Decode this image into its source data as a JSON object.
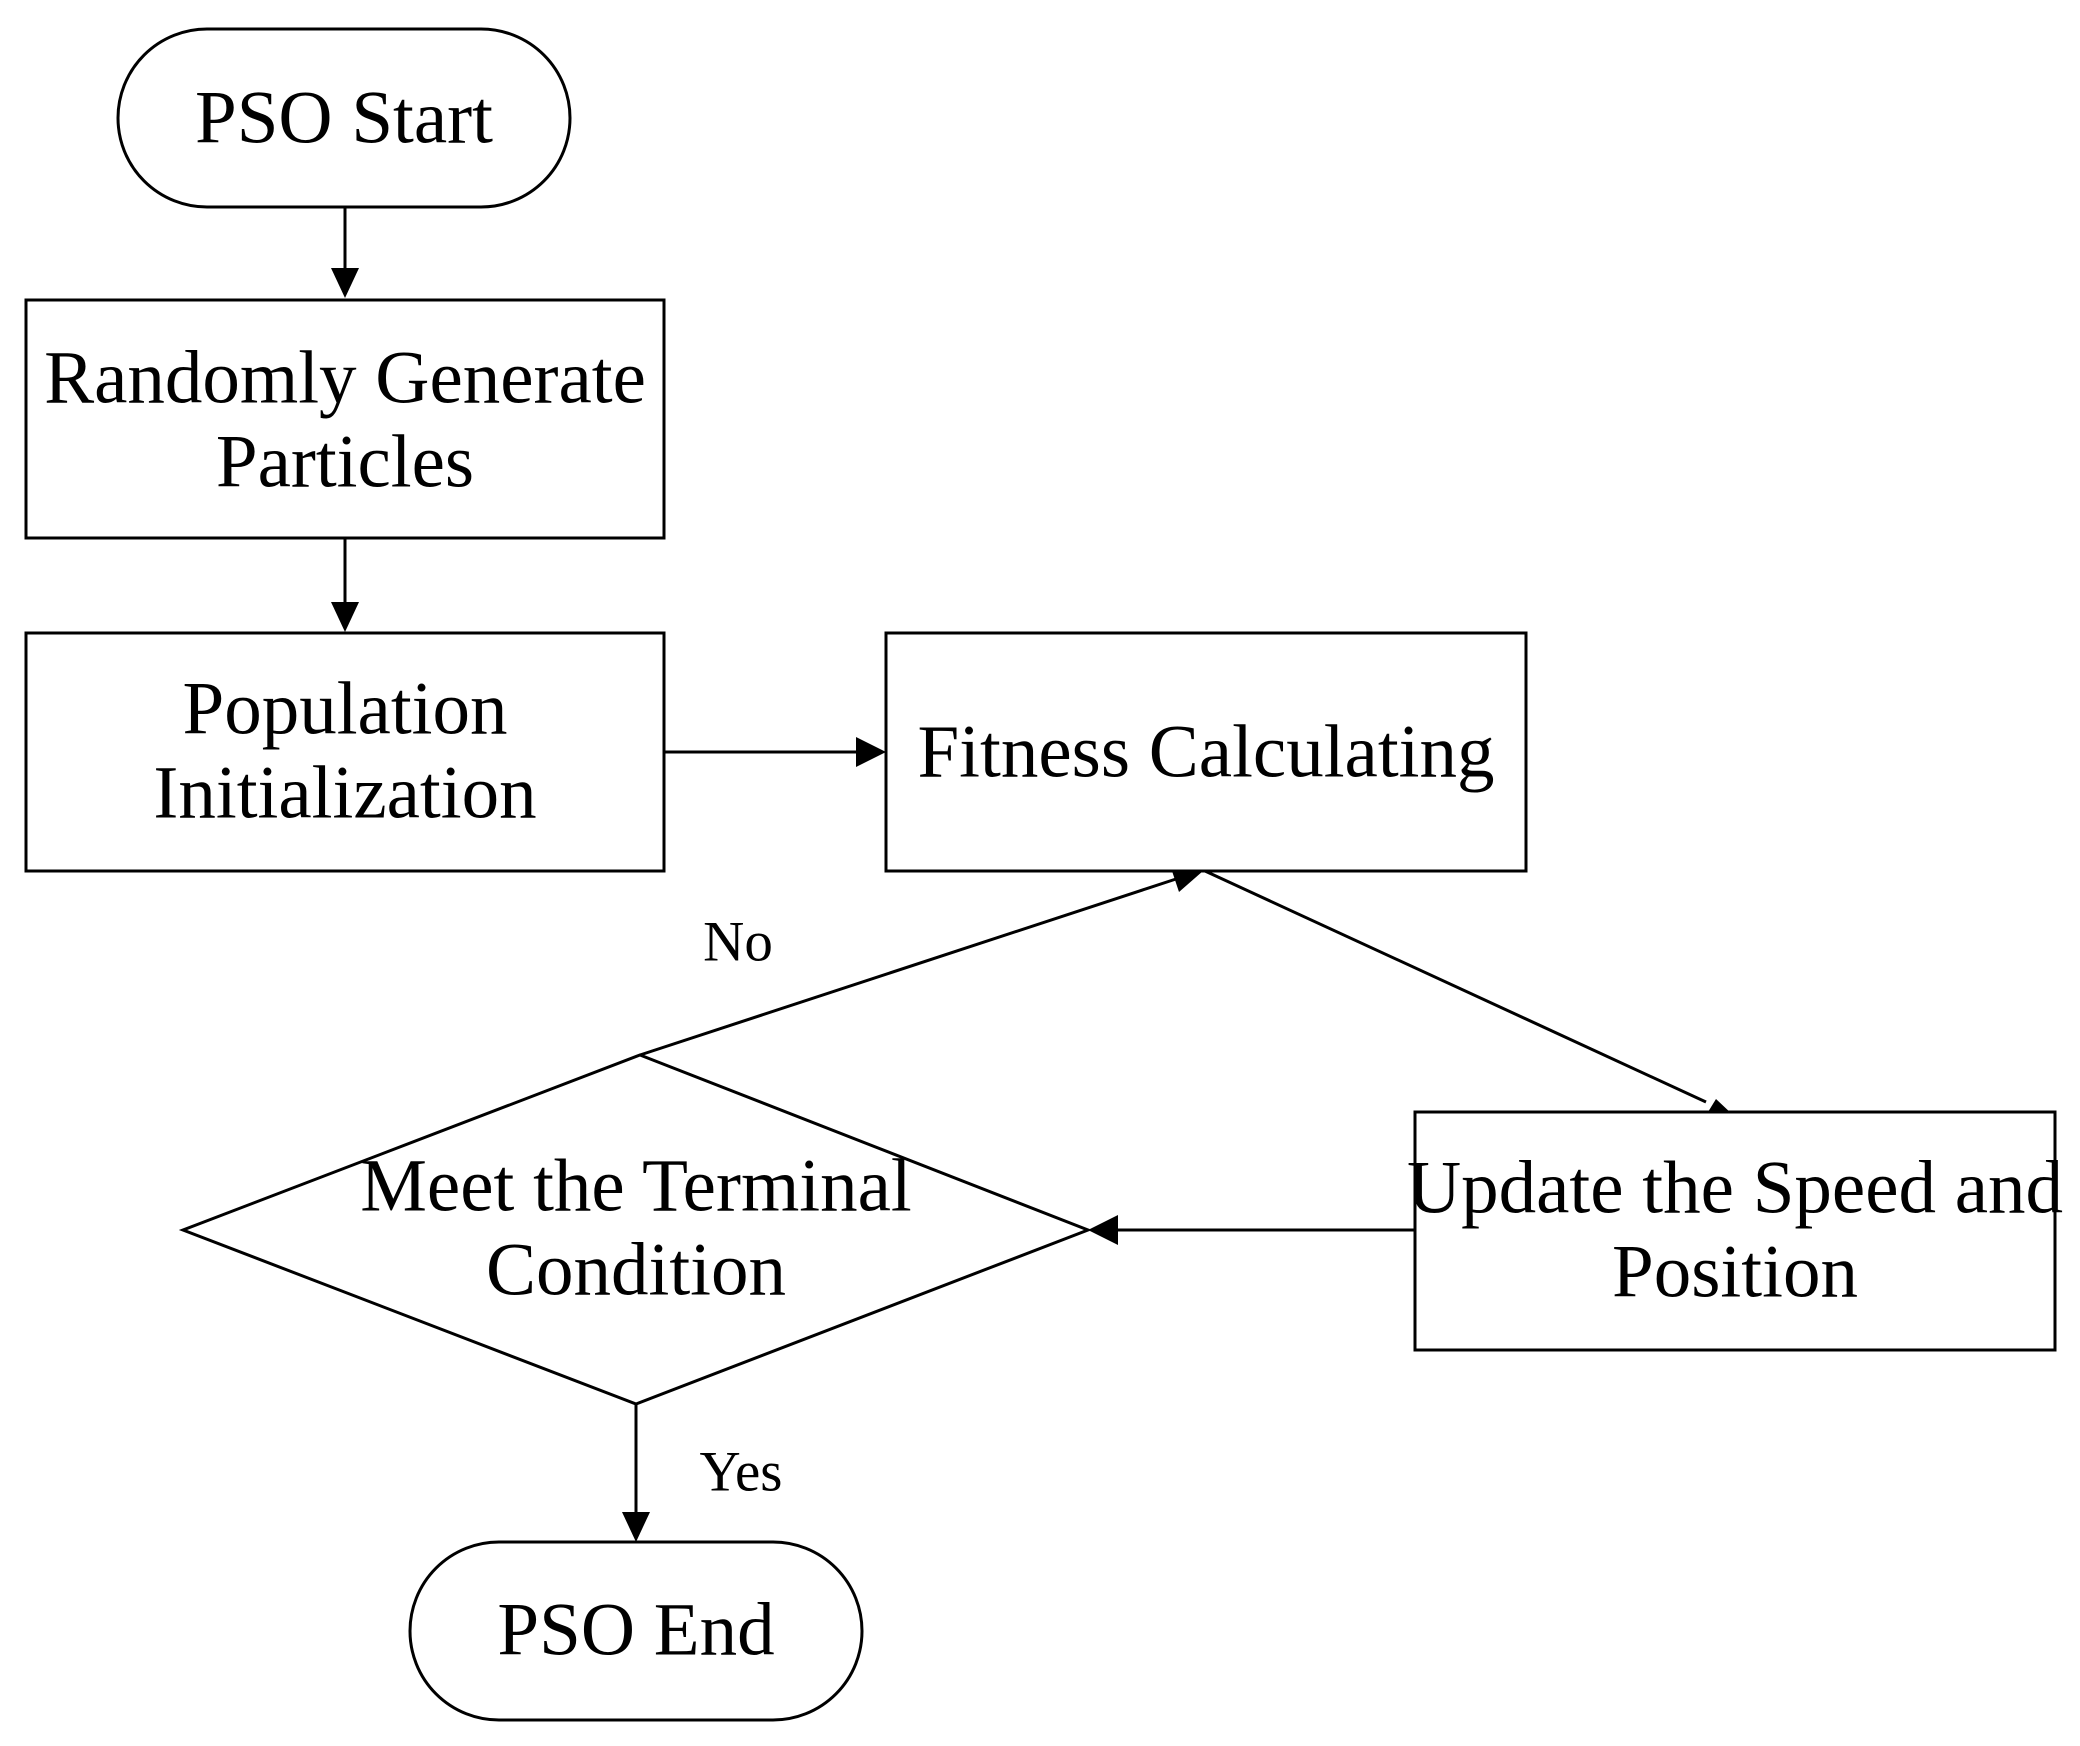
{
  "nodes": {
    "start": {
      "label": "PSO Start",
      "shape": "terminal"
    },
    "generate": {
      "label_lines": [
        "Randomly Generate",
        "Particles"
      ],
      "shape": "process"
    },
    "init": {
      "label_lines": [
        "Population",
        "Initialization"
      ],
      "shape": "process"
    },
    "fitness": {
      "label": "Fitness Calculating",
      "shape": "process"
    },
    "update": {
      "label_lines": [
        "Update the Speed and",
        "Position"
      ],
      "shape": "process"
    },
    "decision": {
      "label_lines": [
        "Meet the Terminal",
        "Condition"
      ],
      "shape": "decision"
    },
    "end": {
      "label": "PSO End",
      "shape": "terminal"
    }
  },
  "edges": [
    {
      "from": "start",
      "to": "generate"
    },
    {
      "from": "generate",
      "to": "init"
    },
    {
      "from": "init",
      "to": "fitness"
    },
    {
      "from": "fitness",
      "to": "update"
    },
    {
      "from": "update",
      "to": "decision"
    },
    {
      "from": "decision",
      "to": "fitness",
      "label": "No"
    },
    {
      "from": "decision",
      "to": "end",
      "label": "Yes"
    }
  ],
  "edge_labels": {
    "no": "No",
    "yes": "Yes"
  },
  "colors": {
    "stroke": "#000000",
    "fill": "#ffffff",
    "background": "#ffffff"
  }
}
